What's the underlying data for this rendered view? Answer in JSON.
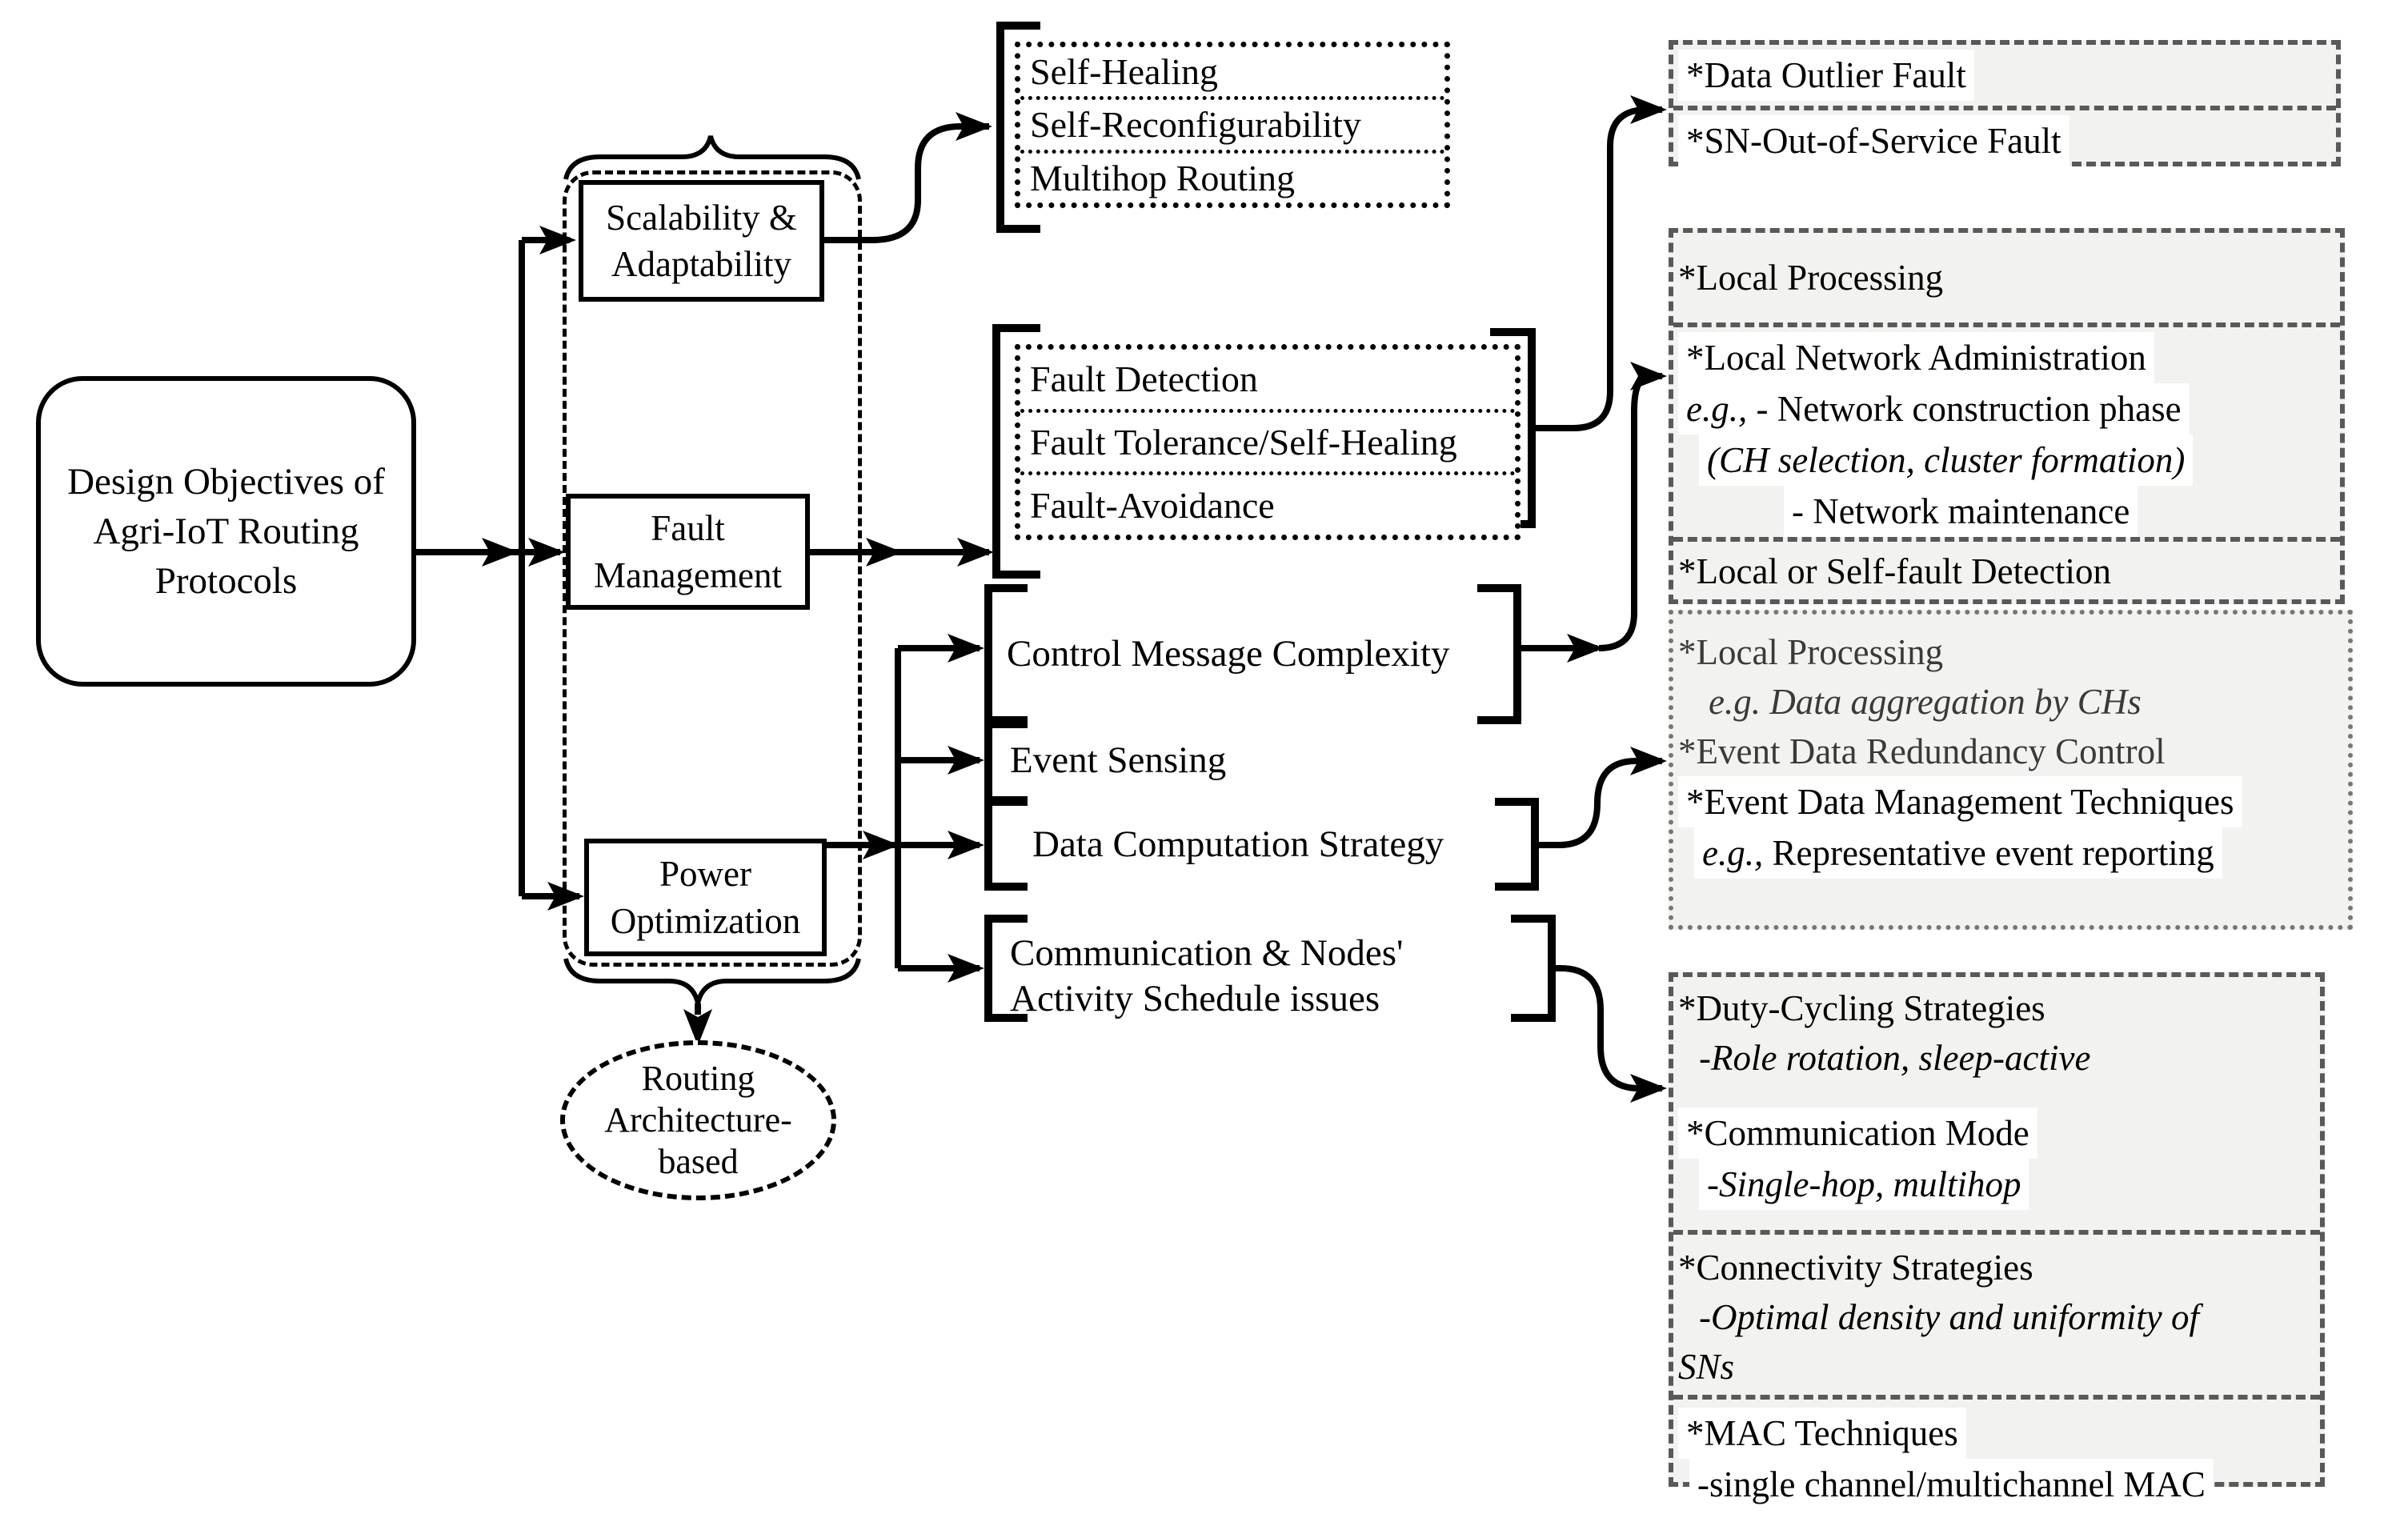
{
  "figure": {
    "title_box": {
      "l1": "Design Objectives of",
      "l2": "Agri-IoT Routing",
      "l3": "Protocols"
    },
    "objectives": {
      "scalability": {
        "l1": "Scalability &",
        "l2": "Adaptability"
      },
      "fault": {
        "l1": "Fault",
        "l2": "Management"
      },
      "power": {
        "l1": "Power",
        "l2": "Optimization"
      }
    },
    "routing_ellipse": {
      "l1": "Routing",
      "l2": "Architecture-",
      "l3": "based"
    },
    "scalability_aspects": {
      "r1": "Self-Healing",
      "r2": "Self-Reconfigurability",
      "r3": "Multihop Routing"
    },
    "fault_aspects": {
      "r1": "Fault Detection",
      "r2": "Fault Tolerance/Self-Healing",
      "r3": "Fault-Avoidance"
    },
    "power_aspects": {
      "cmc": "Control Message Complexity",
      "event_sensing": "Event Sensing",
      "dcs": "Data Computation Strategy",
      "comm_l1": "Communication & Nodes'",
      "comm_l2": "Activity Schedule issues"
    },
    "fault_types_box": {
      "r1": "*Data Outlier Fault",
      "r2": "*SN-Out-of-Service Fault"
    },
    "fault_mgmt_box": {
      "s1": "*Local Processing",
      "s2_l1": "*Local Network Administration",
      "s2_l2_prefix": "e.g.,",
      "s2_l2_rest": " - Network construction phase",
      "s2_l3": "(CH selection, cluster formation)",
      "s2_l4": "- Network maintenance",
      "s3": "*Local or Self-fault Detection"
    },
    "computation_box": {
      "l1": "*Local Processing",
      "l2": "e.g. Data aggregation by CHs",
      "l3": "*Event Data Redundancy Control",
      "l4": "*Event Data Management Techniques",
      "l5_prefix": "e.g.,",
      "l5_rest": " Representative event reporting"
    },
    "schedule_box": {
      "s1_t": "*Duty-Cycling Strategies",
      "s1_s": "-Role rotation, sleep-active",
      "s2_t": "*Communication Mode",
      "s2_s": "-Single-hop, multihop",
      "s3_t": "*Connectivity Strategies",
      "s3_s1": "-Optimal density and uniformity of",
      "s3_s2": "SNs",
      "s4_t": "*MAC Techniques",
      "s4_s": "-single channel/multichannel MAC"
    },
    "colors": {
      "panel_bg": "#f2f2f0",
      "panel_border": "#595959",
      "ink": "#000000",
      "soft_ink": "#3a3a3a"
    }
  }
}
